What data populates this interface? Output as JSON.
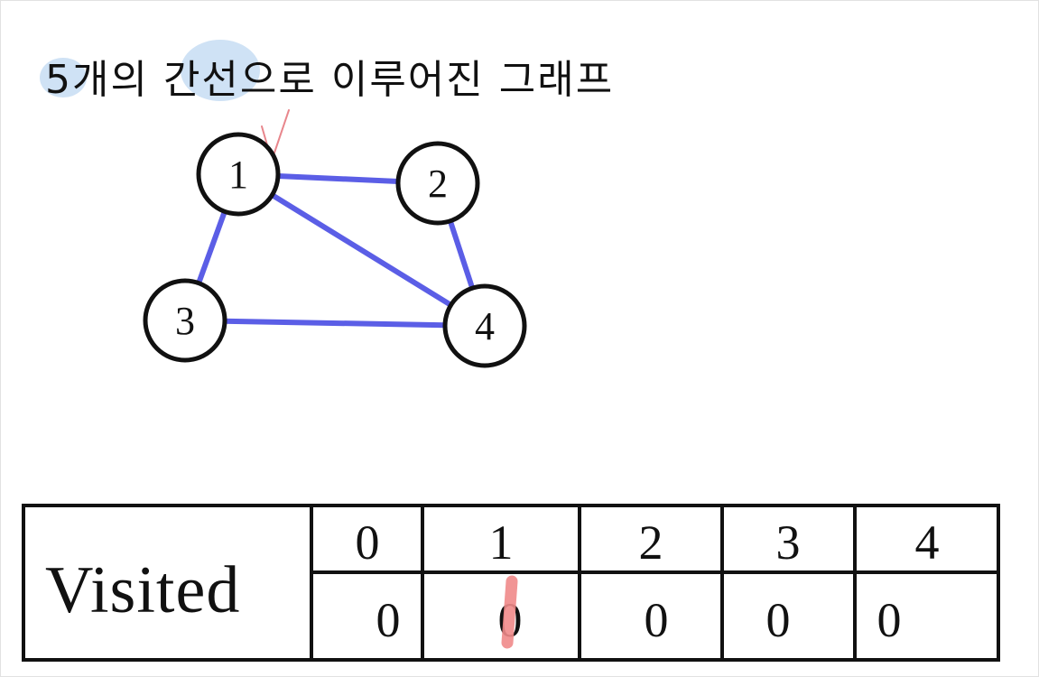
{
  "title": {
    "text": "5개의 간선으로 이루어진 그래프",
    "highlight_color": "#cfe2f5",
    "arrow_color": "#e8868c"
  },
  "graph": {
    "edge_color": "#5b5ee6",
    "nodes": [
      {
        "id": "1",
        "label": "1"
      },
      {
        "id": "2",
        "label": "2"
      },
      {
        "id": "3",
        "label": "3"
      },
      {
        "id": "4",
        "label": "4"
      }
    ],
    "edges": [
      {
        "from": "1",
        "to": "2"
      },
      {
        "from": "1",
        "to": "3"
      },
      {
        "from": "1",
        "to": "4"
      },
      {
        "from": "2",
        "to": "4"
      },
      {
        "from": "3",
        "to": "4"
      }
    ]
  },
  "visited_table": {
    "row_header": "Visited",
    "indices": [
      "0",
      "1",
      "2",
      "3",
      "4"
    ],
    "values": [
      "0",
      "0",
      "0",
      "0",
      "0"
    ],
    "marked_index": 1,
    "mark_color": "#f08a8a"
  }
}
